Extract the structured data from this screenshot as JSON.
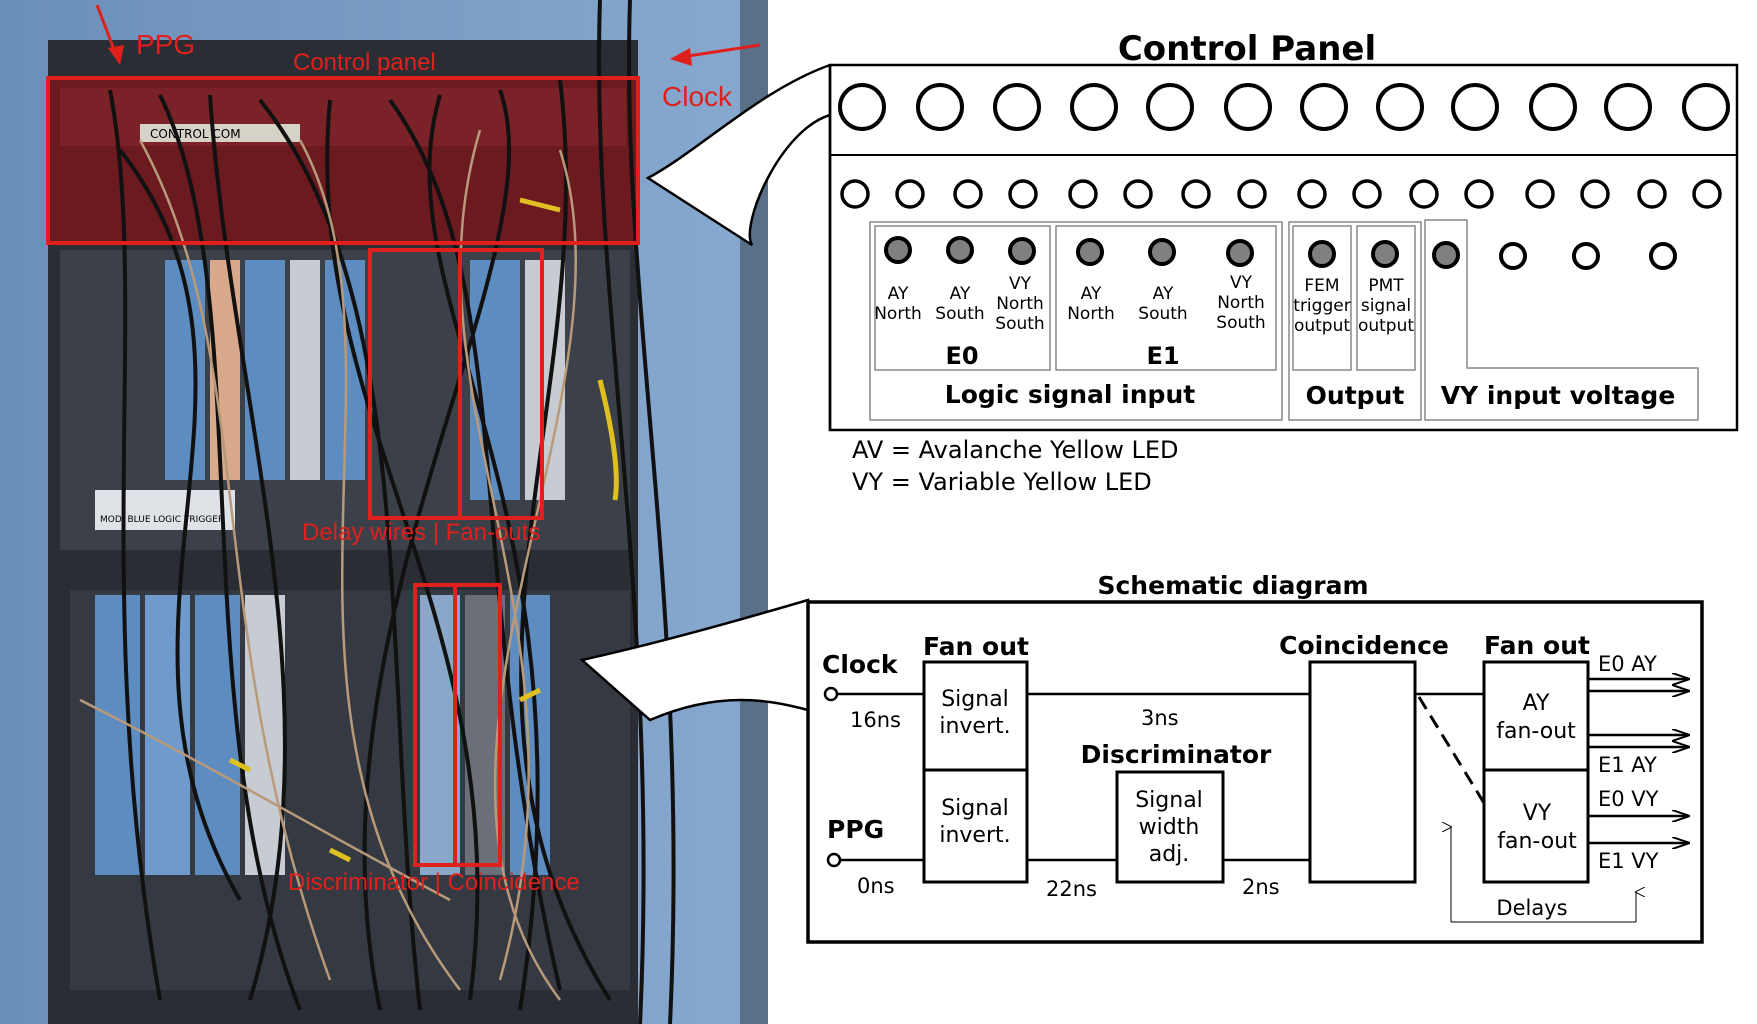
{
  "photo": {
    "labels": {
      "ppg": "PPG",
      "control_panel": "Control panel",
      "clock": "Clock",
      "delay_fanouts": "Delay wires | Fan-outs",
      "disc_coinc": "Discriminator | Coincidence",
      "control_com": "CONTROL COM",
      "nim_bin": "MOD. BLUE LOGIC TRIGGER"
    }
  },
  "panel": {
    "title": "Control Panel",
    "e0": {
      "name": "E0",
      "connectors": [
        "AY\nNorth",
        "AY\nSouth",
        "VY\nNorth\nSouth"
      ]
    },
    "e1": {
      "name": "E1",
      "connectors": [
        "AY\nNorth",
        "AY\nSouth",
        "VY\nNorth\nSouth"
      ]
    },
    "logic_signal_input": "Logic signal input",
    "output_connectors": [
      "FEM\ntrigger\noutput",
      "PMT\nsignal\noutput"
    ],
    "output": "Output",
    "vy_input_voltage": "VY input voltage"
  },
  "legend": {
    "av": "AV = Avalanche Yellow LED",
    "vy": "VY = Variable Yellow LED"
  },
  "schematic": {
    "title": "Schematic diagram",
    "clock": "Clock",
    "ppg": "PPG",
    "fan_out_left": "Fan out",
    "signal_invert": "Signal\ninvert.",
    "discriminator": "Discriminator",
    "signal_width": "Signal\nwidth\nadj.",
    "coincidence": "Coincidence",
    "fan_out_right": "Fan out",
    "ay_fanout": "AY\nfan-out",
    "vy_fanout": "VY\nfan-out",
    "delays": "Delays",
    "t_clock": "16ns",
    "t_ppg": "0ns",
    "t_3": "3ns",
    "t_22": "22ns",
    "t_2": "2ns",
    "out_e0_ay": "E0 AY",
    "out_e1_ay": "E1 AY",
    "out_e0_vy": "E0 VY",
    "out_e1_vy": "E1 VY"
  }
}
